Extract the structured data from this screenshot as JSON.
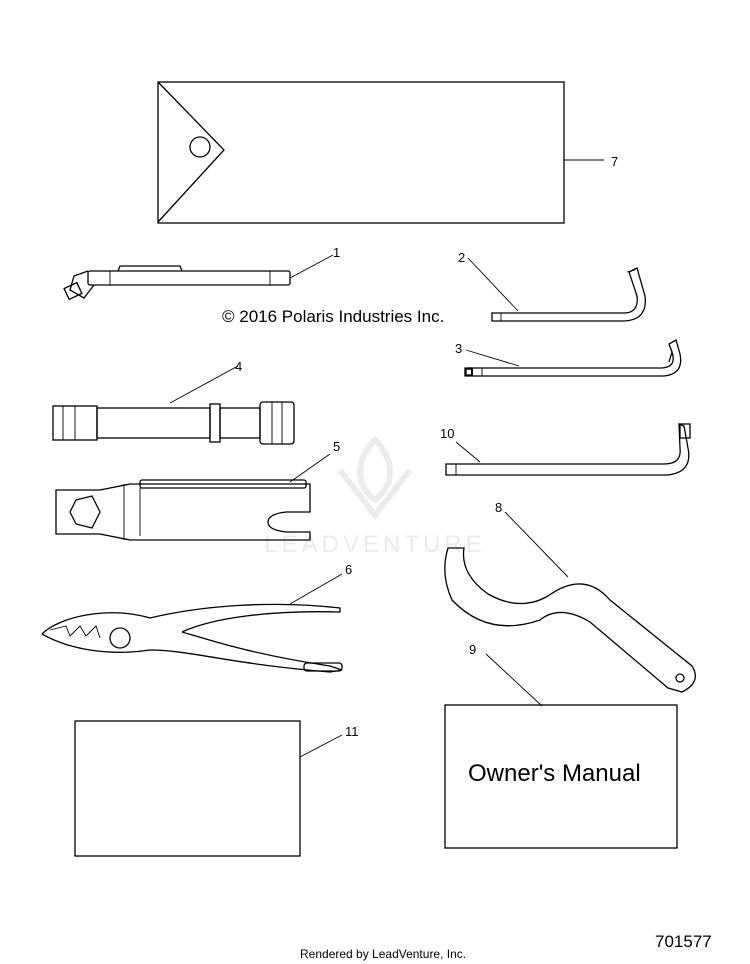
{
  "copyright": "© 2016 Polaris Industries Inc.",
  "watermark": {
    "text": "LEADVENTURE"
  },
  "manual_label": "Owner's Manual",
  "footer": "Rendered by LeadVenture, Inc.",
  "part_number": "701577",
  "callouts": {
    "c1": "1",
    "c2": "2",
    "c3": "3",
    "c4": "4",
    "c5": "5",
    "c6": "6",
    "c7": "7",
    "c8": "8",
    "c9": "9",
    "c10": "10",
    "c11": "11"
  },
  "colors": {
    "line": "#000000",
    "background": "#ffffff",
    "watermark": "#e6e4e4"
  }
}
